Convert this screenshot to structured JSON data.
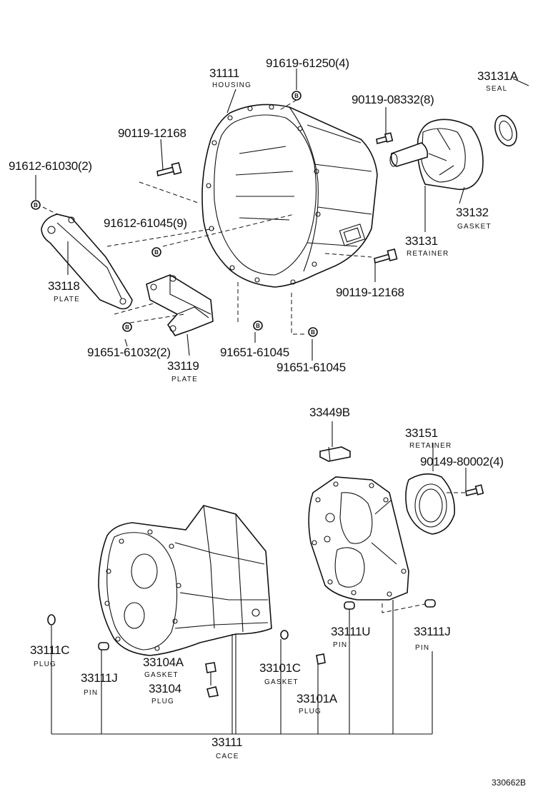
{
  "parts": {
    "housing": {
      "number": "31111",
      "name": "HOUSING"
    },
    "bolt_61250": {
      "number": "91619-61250(4)"
    },
    "bolt_08332": {
      "number": "90119-08332(8)"
    },
    "seal": {
      "number": "33131A",
      "name": "SEAL"
    },
    "bolt_12168_top": {
      "number": "90119-12168"
    },
    "bolt_61030": {
      "number": "91612-61030(2)"
    },
    "bolt_61045_9": {
      "number": "91612-61045(9)"
    },
    "gasket_33132": {
      "number": "33132",
      "name": "GASKET"
    },
    "retainer_33131": {
      "number": "33131",
      "name": "RETAINER"
    },
    "plate_33118": {
      "number": "33118",
      "name": "PLATE"
    },
    "bolt_12168_right": {
      "number": "90119-12168"
    },
    "bolt_61032": {
      "number": "91651-61032(2)"
    },
    "bolt_61045_a": {
      "number": "91651-61045"
    },
    "bolt_61045_b": {
      "number": "91651-61045"
    },
    "plate_33119": {
      "number": "33119",
      "name": "PLATE"
    },
    "part_33449b": {
      "number": "33449B"
    },
    "retainer_33151": {
      "number": "33151",
      "name": "RETAINER"
    },
    "bolt_80002": {
      "number": "90149-80002(4)"
    },
    "plug_33111c": {
      "number": "33111C",
      "name": "PLUG"
    },
    "pin_33111j_left": {
      "number": "33111J",
      "name": "PIN"
    },
    "gasket_33104a": {
      "number": "33104A",
      "name": "GASKET"
    },
    "plug_33104": {
      "number": "33104",
      "name": "PLUG"
    },
    "gasket_33101c": {
      "number": "33101C",
      "name": "GASKET"
    },
    "plug_33101a": {
      "number": "33101A",
      "name": "PLUG"
    },
    "pin_33111u": {
      "number": "33111U",
      "name": "PIN"
    },
    "pin_33111j_right": {
      "number": "33111J",
      "name": "PIN"
    },
    "case": {
      "number": "33111",
      "name": "CACE"
    }
  },
  "bolt_marker": "B",
  "figure_id": "330662B"
}
